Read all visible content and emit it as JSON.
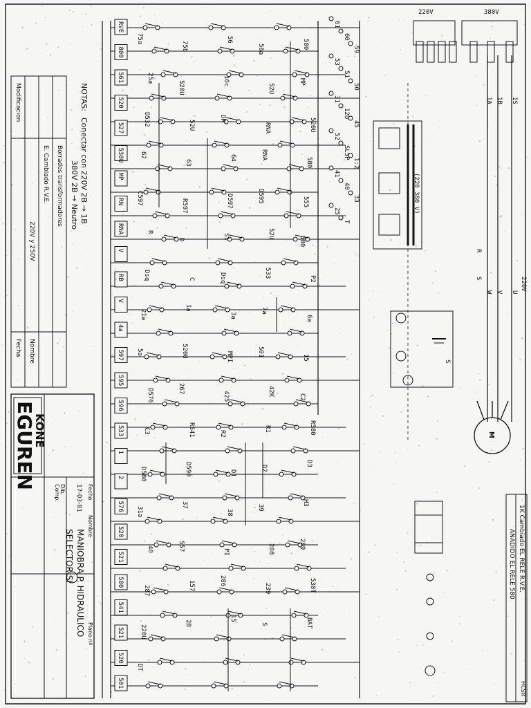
{
  "title_block": {
    "company": "EGUREN",
    "logo": "KONE",
    "description_line1": "MANIOBRA P. HIDRAULICO",
    "description_line2": "SELECTOR SI",
    "dib_label": "Dib.",
    "comp_label": "Comp.",
    "fecha_label": "Fecha",
    "nombre_label": "Nombre",
    "fecha_value": "17-03-81",
    "plano_label": "Plano nº",
    "sheet_id": "HCSR"
  },
  "notes": {
    "heading": "NOTAS:",
    "line1": "Conectar con 220V  2B → 1B",
    "line2": "380V  2B → Neutro"
  },
  "modification_block": {
    "line1": "E. Cambiado R.V.E.",
    "line2": "Borrados transformadores",
    "line3": "220V y 250V",
    "col_modif": "Modificacion",
    "col_fecha": "Fecha",
    "col_nombre": "Nombre"
  },
  "revision_block": {
    "line1": "1K  Cambiado EL RELE R.V.E.",
    "line2": "AÑADIDO EL RELE 580"
  },
  "top_voltage_labels": [
    "220V",
    "380V"
  ],
  "line_labels": [
    "1S",
    "1B",
    "1A",
    "U",
    "V",
    "W",
    "R",
    "S"
  ],
  "motor_label": "M",
  "voltage_note": "(220 380 V)",
  "ac_label": "220V",
  "left_rail_labels": [
    "RVE",
    "800",
    "561",
    "520",
    "527",
    "530U",
    "MP",
    "RN",
    "RNA",
    "V",
    "RB",
    "V",
    "4a",
    "597",
    "595",
    "596",
    "533",
    "1",
    "2",
    "576",
    "520",
    "521",
    "580",
    "541",
    "521",
    "520",
    "501"
  ],
  "component_labels": [
    "75a",
    "75b",
    "56",
    "56a",
    "580",
    "25a",
    "520U",
    "10c",
    "52U",
    "MP",
    "D532",
    "52U",
    "DR",
    "RNA",
    "520U",
    "62",
    "63",
    "64",
    "RNA",
    "580",
    "C597",
    "R597",
    "D597",
    "D595",
    "555",
    "R",
    "D",
    "S1",
    "52U",
    "580",
    "Dsq",
    "C",
    "Dsq",
    "533",
    "P2",
    "21a",
    "1a",
    "3a",
    "7a",
    "6a",
    "5a",
    "520U",
    "MPI",
    "501",
    "15",
    "D576",
    "267",
    "425",
    "42K",
    "C2",
    "C3",
    "R541",
    "R2",
    "R1",
    "R580",
    "D580",
    "D590",
    "D1",
    "D2",
    "D3",
    "31a",
    "37",
    "38",
    "39",
    "H3",
    "40",
    "557",
    "PI",
    "208",
    "289",
    "287",
    "157",
    "286",
    "239",
    "530T",
    "220U",
    "2B",
    "15",
    "S",
    "BAT",
    "DT"
  ],
  "mid_labels": [
    "61",
    "60",
    "59",
    "53",
    "51",
    "50",
    "31",
    "12U",
    "45",
    "52",
    "SL5P",
    "1:2",
    "41",
    "40",
    "33",
    "25",
    "T"
  ],
  "colors": {
    "ink": "#111111",
    "paper": "#f6f6f2"
  }
}
